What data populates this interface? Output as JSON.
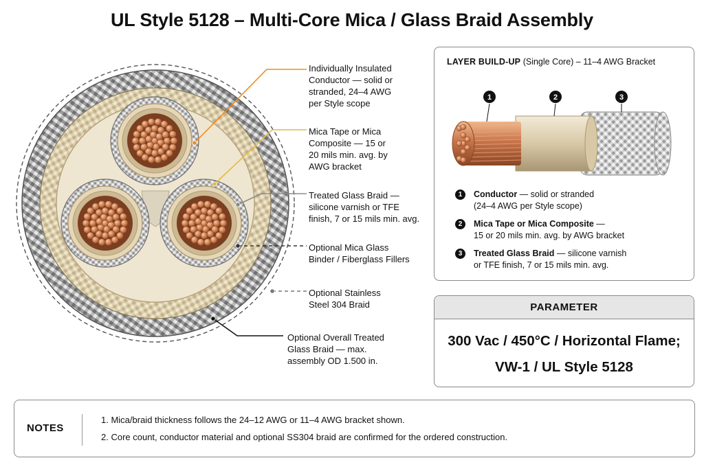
{
  "title": "UL Style 5128 – Multi-Core Mica / Glass Braid Assembly",
  "callouts": [
    {
      "lines": [
        "Individually Insulated",
        "Conductor — solid or",
        "stranded, 24–4 AWG",
        "per Style scope"
      ],
      "color": "#f08a1c"
    },
    {
      "lines": [
        "Mica Tape or Mica",
        "Composite — 15 or",
        "20 mils min. avg. by",
        "AWG bracket"
      ],
      "color": "#e5b842"
    },
    {
      "lines": [
        "Treated Glass Braid —",
        "silicone varnish or TFE",
        "finish, 7 or 15 mils min. avg."
      ],
      "color": "#8a8a8a"
    },
    {
      "lines": [
        "Optional Mica Glass",
        "Binder / Fiberglass Fillers"
      ],
      "color": "#333333"
    },
    {
      "lines": [
        "Optional Stainless",
        "Steel 304 Braid"
      ],
      "color": "#777777"
    },
    {
      "lines": [
        "Optional Overall Treated",
        "Glass Braid — max.",
        "assembly OD 1.500 in."
      ],
      "color": "#111111"
    }
  ],
  "layer_panel": {
    "heading_bold": "LAYER BUILD-UP",
    "heading_rest": " (Single Core) – 11–4 AWG Bracket",
    "badges": [
      "1",
      "2",
      "3"
    ],
    "items": [
      {
        "num": "1",
        "bold": "Conductor",
        "text": " — solid or stranded",
        "line2": "(24–4 AWG per Style scope)"
      },
      {
        "num": "2",
        "bold": "Mica Tape or Mica Composite",
        "text": " —",
        "line2": "15 or 20 mils min. avg. by AWG bracket"
      },
      {
        "num": "3",
        "bold": "Treated Glass Braid",
        "text": " — silicone varnish",
        "line2": "or TFE finish, 7 or 15 mils min. avg."
      }
    ]
  },
  "parameter": {
    "header": "PARAMETER",
    "line1": "300 Vac / 450°C / Horizontal Flame;",
    "line2": "VW-1 / UL Style 5128"
  },
  "notes": {
    "label": "NOTES",
    "items": [
      "1. Mica/braid thickness follows the 24–12 AWG or 11–4 AWG bracket shown.",
      "2. Core count, conductor material and optional SS304 braid are confirmed for the ordered construction."
    ]
  },
  "colors": {
    "copper": "#c8744a",
    "mica": "#d8c8a6",
    "braid": "#9a9a9a",
    "accent_orange": "#f08a1c",
    "accent_gold": "#e5b842"
  }
}
